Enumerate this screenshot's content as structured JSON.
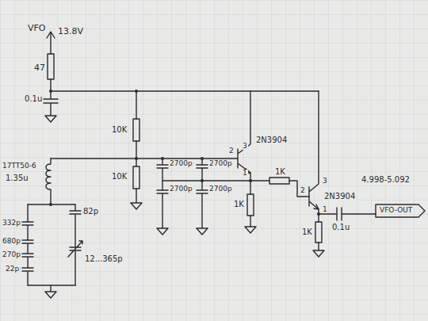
{
  "diagram": {
    "labels": [
      "VFO",
      "13.8V",
      "47",
      "0.1u",
      "10K",
      "10K",
      "2N3904",
      "3",
      "2",
      "1",
      "1K",
      "1K",
      "2N3904",
      "3",
      "2",
      "1",
      "1K",
      "0.1u",
      "4.998-5.092",
      "VFO-OUT",
      "17TT50-6",
      "1.35u",
      "332p",
      "680p",
      "270p",
      "22p",
      "82p",
      "12...365p",
      "2700p",
      "2700p",
      "2700p",
      "2700p"
    ]
  }
}
